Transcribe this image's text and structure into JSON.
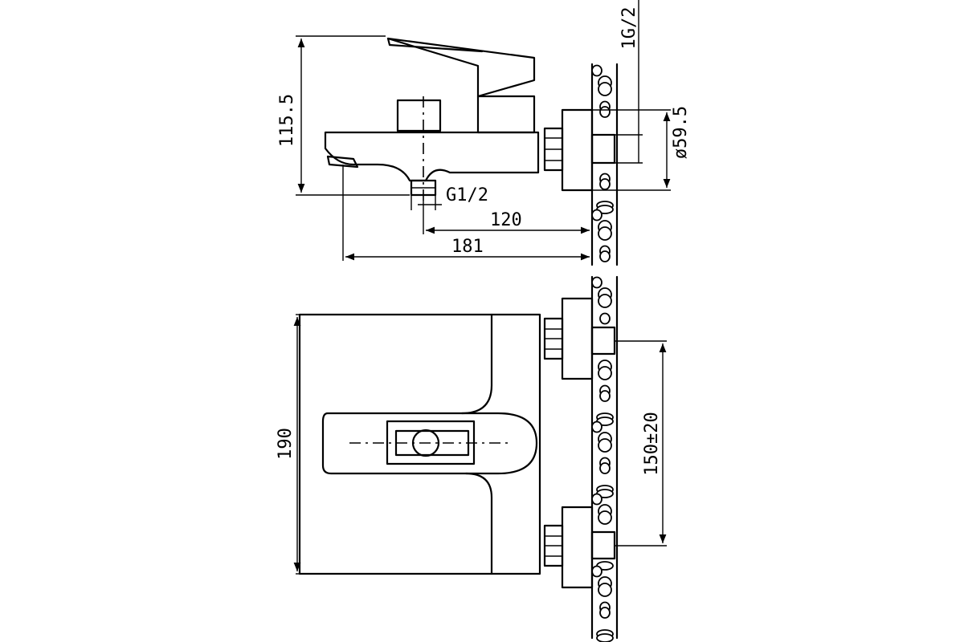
{
  "dimensions": {
    "height_side": "115.5",
    "thread_wall": "1G/2",
    "flange_diameter": "ø59.5",
    "outlet_thread": "G1/2",
    "outlet_distance": "120",
    "spout_reach": "181",
    "body_width": "190",
    "center_distance": "150±20"
  },
  "colors": {
    "line": "#000000",
    "background": "#ffffff"
  }
}
